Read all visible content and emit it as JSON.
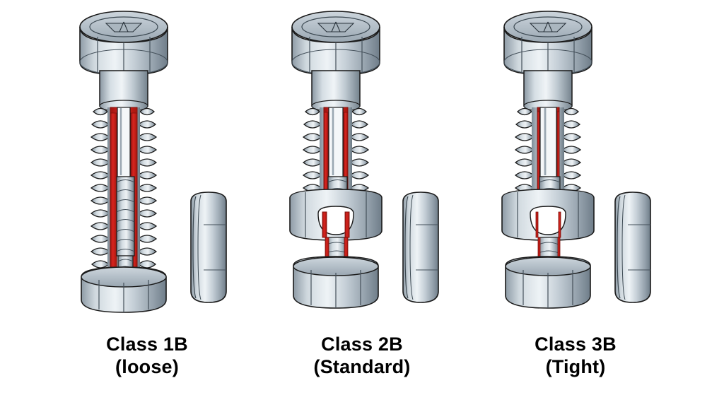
{
  "figure": {
    "title": "Screw thread fit classes cutaway comparison",
    "background_color": "#ffffff"
  },
  "palette": {
    "steel_light": "#e9eef2",
    "steel_mid": "#b9c4cc",
    "steel_dark": "#7d8b96",
    "steel_shadow": "#5d6b76",
    "outline": "#1a1a1a",
    "clearance_red": "#d8241f",
    "clearance_red_dark": "#9c1410",
    "void_white": "#ffffff",
    "caption_text": "#000000"
  },
  "assemblies": [
    {
      "id": "1b",
      "class_label": "Class 1B",
      "fit_label": "(loose)",
      "clearance_width": 9,
      "engagement": "loose",
      "parts": {
        "bolt_head": "hex-head-with-cross-recess",
        "shank": "smooth-cylinder",
        "threaded_shank": "external-thread",
        "mating_nut": "hex-nut-section-bottom",
        "loose_nut": "hex-nut-side-view"
      }
    },
    {
      "id": "2b",
      "class_label": "Class 2B",
      "fit_label": "(Standard)",
      "clearance_width": 6,
      "engagement": "standard",
      "parts": {
        "bolt_head": "hex-head-with-cross-recess",
        "shank": "smooth-cylinder",
        "threaded_shank": "external-thread",
        "mating_nut": "hex-nut-section-middle",
        "loose_nut": "hex-nut-side-view"
      }
    },
    {
      "id": "3b",
      "class_label": "Class 3B",
      "fit_label": "(Tight)",
      "clearance_width": 3,
      "engagement": "tight",
      "parts": {
        "bolt_head": "hex-head-with-cross-recess",
        "shank": "smooth-cylinder",
        "threaded_shank": "external-thread",
        "mating_nut": "hex-nut-section-middle",
        "loose_nut": "hex-nut-side-view"
      }
    }
  ],
  "captions": {
    "c1": {
      "line1": "Class 1B",
      "line2": "(loose)"
    },
    "c2": {
      "line1": "Class 2B",
      "line2": "(Standard)"
    },
    "c3": {
      "line1": "Class 3B",
      "line2": "(Tight)"
    }
  }
}
